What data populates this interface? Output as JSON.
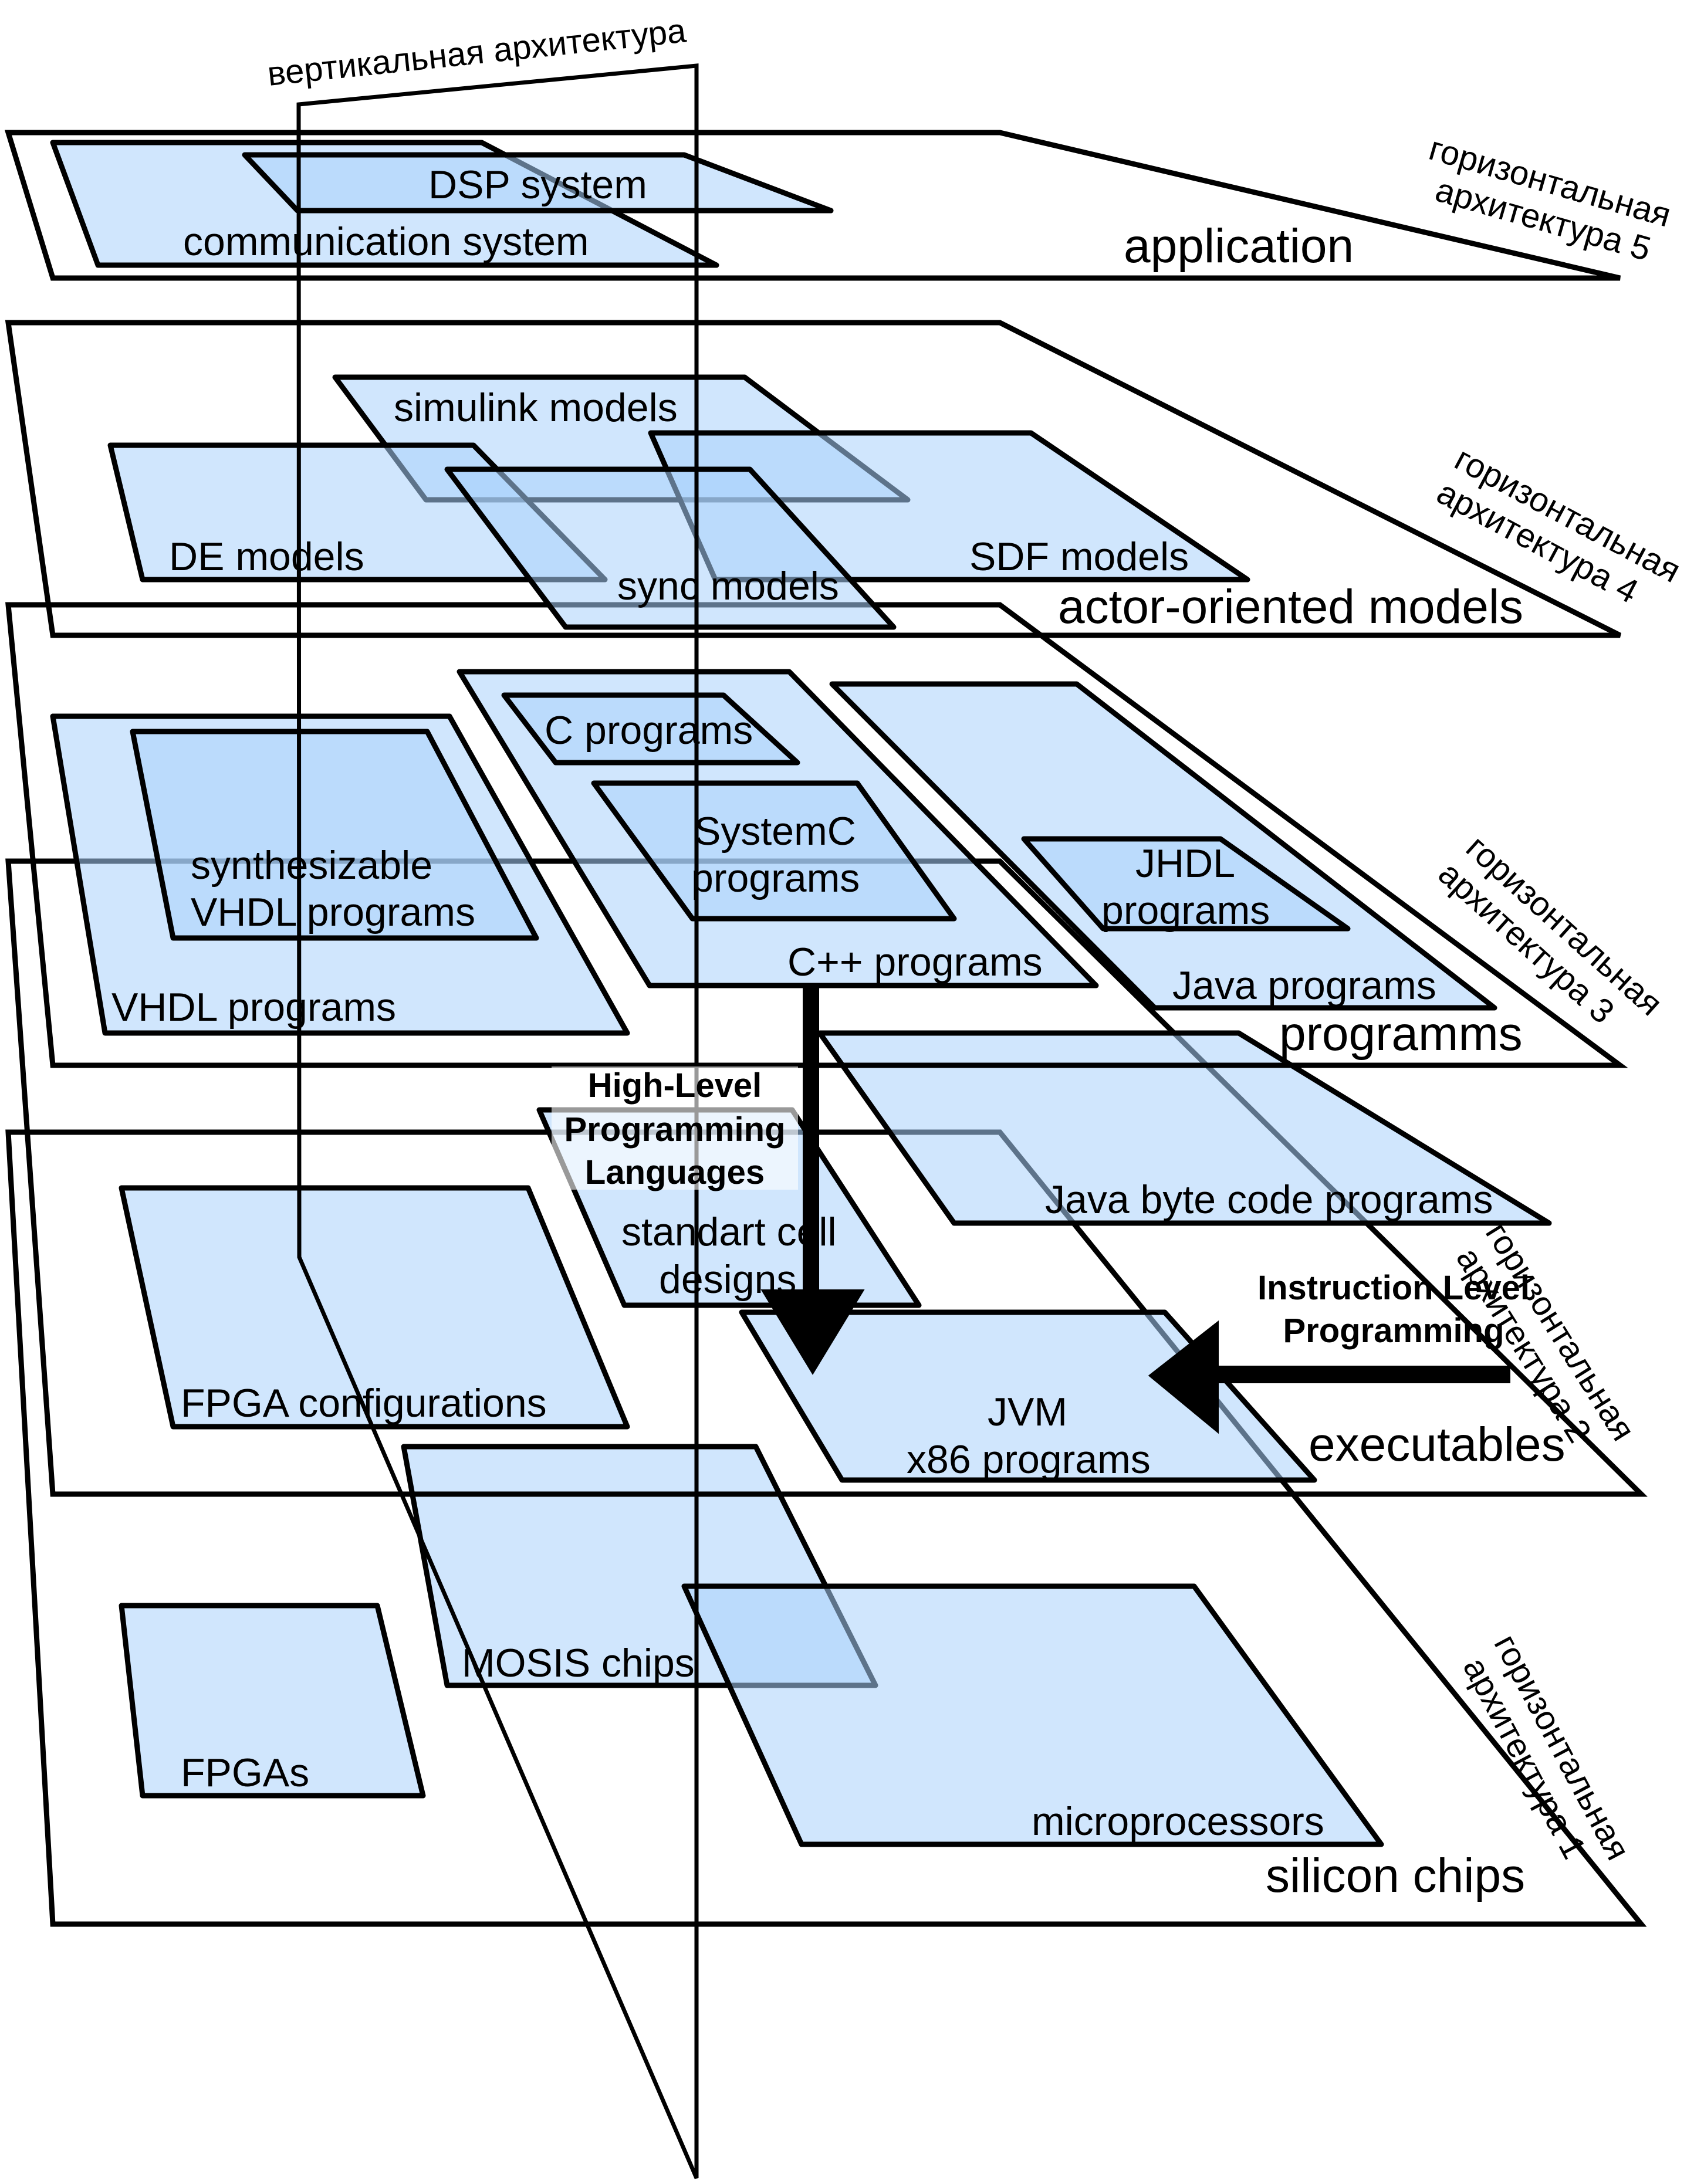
{
  "diagram": {
    "vertical_label": "вертикальная архитектура",
    "layers": [
      {
        "id": "layer5",
        "name": "application",
        "side_label": [
          "горизонтальная",
          "архитектура 5"
        ],
        "regions": [
          "communication system",
          "DSP system"
        ]
      },
      {
        "id": "layer4",
        "name": "actor-oriented models",
        "side_label": [
          "горизонтальная",
          "архитектура 4"
        ],
        "regions": [
          "simulink models",
          "DE models",
          "SDF models",
          "sync models"
        ]
      },
      {
        "id": "layer3",
        "name": "programms",
        "side_label": [
          "горизонтальная",
          "архитектура 3"
        ],
        "regions": [
          "VHDL programs",
          "synthesizable",
          "VHDL programs",
          "C++ programs",
          "C programs",
          "SystemC",
          "programs",
          "Java programs",
          "JHDL",
          "programs"
        ]
      },
      {
        "id": "layer2",
        "name": "executables",
        "side_label": [
          "горизонтальная",
          "архитектура 2"
        ],
        "regions": [
          "FPGA configurations",
          "standart cell",
          "designs",
          "Java byte code programs",
          "JVM",
          "x86 programs"
        ]
      },
      {
        "id": "layer1",
        "name": "silicon chips",
        "side_label": [
          "горизонтальная",
          "архитектура 1"
        ],
        "regions": [
          "FPGAs",
          "MOSIS chips",
          "microprocessors"
        ]
      }
    ],
    "annotations": {
      "high_level": [
        "High-Level",
        "Programming",
        "Languages"
      ],
      "instruction_level": [
        "Instruction Level",
        "Programming"
      ]
    },
    "colors": {
      "region_fill": "#cfe5fc",
      "region_overlap_fill": "#acd4fc",
      "stroke": "#000000"
    }
  }
}
